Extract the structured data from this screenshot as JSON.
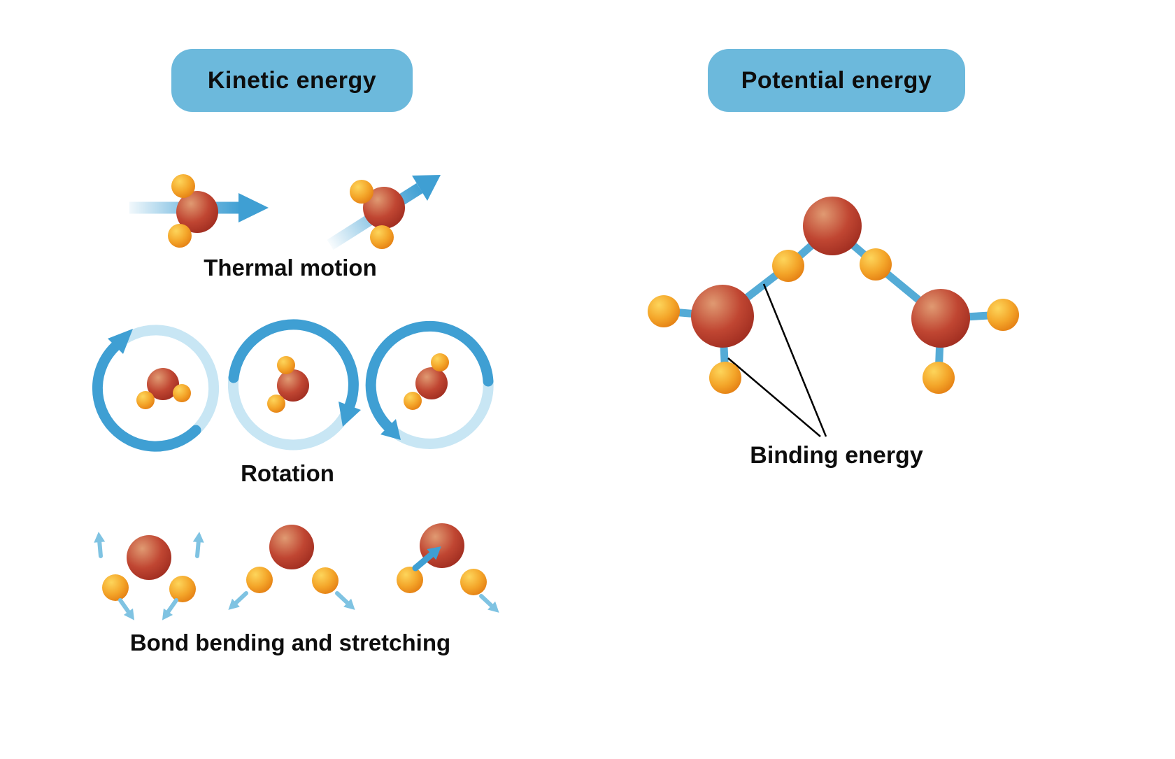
{
  "colors": {
    "background": "#ffffff",
    "badge_bg": "#6cb9dc",
    "badge_text": "#0d0d0d",
    "label_text": "#0d0d0d",
    "oxygen_light": "#e09a72",
    "oxygen_mid": "#c04632",
    "oxygen_dark": "#9c2a1e",
    "hydrogen_light": "#fdd55b",
    "hydrogen_mid": "#f4a62a",
    "hydrogen_dark": "#e27a10",
    "arrow_blue": "#3f9fd3",
    "arrow_light": "#7fc3e2",
    "arrow_fade": "#c8e6f4",
    "bond_blue": "#54abd6",
    "pointer_line": "#000000"
  },
  "headers": {
    "kinetic_label": "Kinetic energy",
    "potential_label": "Potential energy"
  },
  "sections": {
    "thermal_label": "Thermal motion",
    "rotation_label": "Rotation",
    "bond_label": "Bond bending and stretching",
    "binding_label": "Binding energy"
  },
  "icons": {
    "water_molecule": "water-molecule-icon",
    "motion_arrow": "motion-arrow-icon",
    "rotation_arrow": "rotation-arrow-icon",
    "vibration_arrow": "vibration-arrow-icon",
    "hydrogen_bond": "bond-line",
    "pointer": "pointer-line"
  }
}
